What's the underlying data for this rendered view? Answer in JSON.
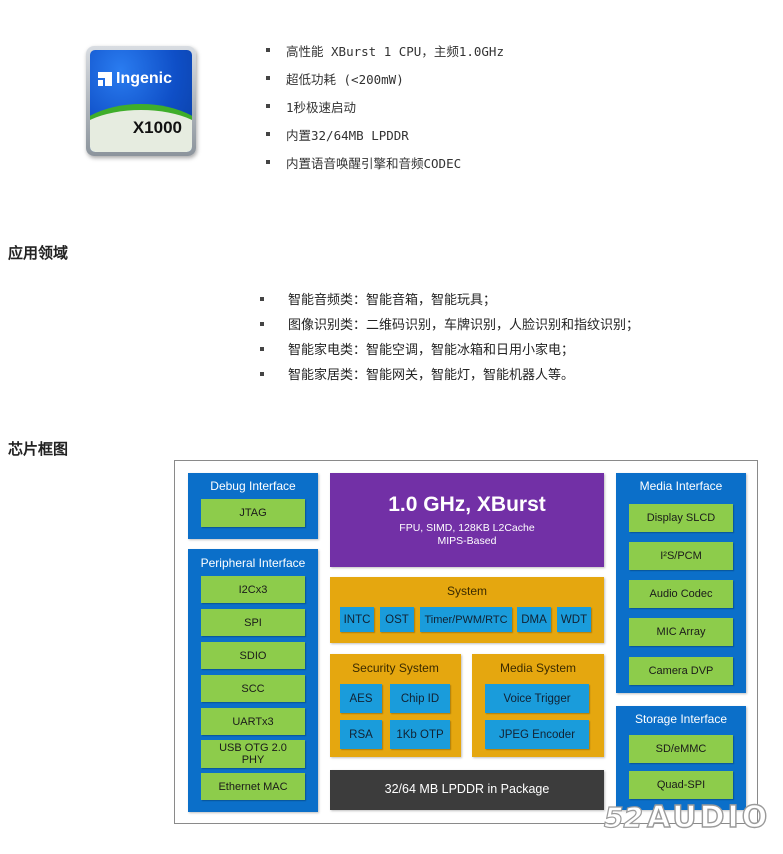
{
  "chip_logo": {
    "brand": "Ingenic",
    "model": "X1000"
  },
  "features": [
    "高性能  XBurst  1  CPU，主频1.0GHz",
    "超低功耗 (<200mW)",
    "1秒极速启动",
    "内置32/64MB  LPDDR",
    "内置语音唤醒引擎和音频CODEC"
  ],
  "sections": {
    "applications_heading": "应用领域",
    "diagram_heading": "芯片框图"
  },
  "applications": [
    "智能音频类：智能音箱，智能玩具；",
    "图像识别类：二维码识别，车牌识别，人脸识别和指纹识别；",
    "智能家电类：智能空调，智能冰箱和日用小家电；",
    "智能家居类：智能网关，智能灯，智能机器人等。"
  ],
  "diagram": {
    "debug_interface": {
      "title": "Debug Interface",
      "items": [
        "JTAG"
      ]
    },
    "peripheral_interface": {
      "title": "Peripheral Interface",
      "items": [
        "I2Cx3",
        "SPI",
        "SDIO",
        "SCC",
        "UARTx3",
        "USB OTG 2.0 PHY",
        "Ethernet MAC"
      ]
    },
    "cpu": {
      "title": "1.0 GHz, XBurst",
      "line1": "FPU, SIMD, 128KB L2Cache",
      "line2": "MIPS-Based"
    },
    "system": {
      "title": "System",
      "items": [
        "INTC",
        "OST",
        "Timer/PWM/RTC",
        "DMA",
        "WDT"
      ]
    },
    "security_system": {
      "title": "Security System",
      "items": [
        "AES",
        "Chip ID",
        "RSA",
        "1Kb OTP"
      ]
    },
    "media_system": {
      "title": "Media System",
      "items": [
        "Voice Trigger",
        "JPEG Encoder"
      ]
    },
    "memory": {
      "label": "32/64 MB  LPDDR  in Package"
    },
    "media_interface": {
      "title": "Media Interface",
      "items": [
        "Display SLCD",
        "I²S/PCM",
        "Audio Codec",
        "MIC Array",
        "Camera DVP"
      ]
    },
    "storage_interface": {
      "title": "Storage Interface",
      "items": [
        "SD/eMMC",
        "Quad-SPI"
      ]
    },
    "colors": {
      "interface_blue": "#0b6fc9",
      "item_green": "#8dcc4b",
      "cpu_purple": "#7230a6",
      "system_orange": "#e5a70f",
      "system_item_cyan": "#1a9cdb",
      "memory_dark": "#3c3c3c"
    }
  },
  "watermark": {
    "number": "52",
    "text": "AUDIO"
  }
}
